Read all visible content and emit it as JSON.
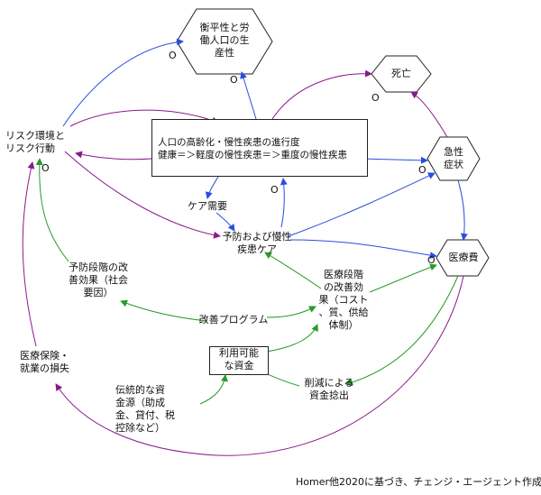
{
  "nodes": {
    "equity_productivity": "衡平性と労\n働人口の生\n産性",
    "death": "死亡",
    "risk_env": "リスク環境と\nリスク行動",
    "aging": "人口の高齢化・慢性疾患の進行度\n健康＝＞軽度の慢性疾患＝＞重度の慢性疾患",
    "acute": "急性\n症状",
    "care_need": "ケア需要",
    "prevention": "予防および慢性\n疾患ケア",
    "medical_cost": "医療費",
    "prev_effect": "予防段階の改\n善効果（社会\n要因）",
    "care_effect": "医療段階\nの改善効\n果（コスト\n、質、供給\n体制）",
    "improve_prog": "改善プログラム",
    "insurance_loss": "医療保険・\n就業の損失",
    "funds": "利用可能\nな資金",
    "savings": "削減による\n資金捻出",
    "trad_funds": "伝統的な資\n金源（助成\n金、貸付、税\n控除など）"
  },
  "link_marks": {
    "o1": "O",
    "o2": "O",
    "o3": "O",
    "o4": "O",
    "o5": "O",
    "o6": "O",
    "o7": "O"
  },
  "credit": "Homer他2020に基づき、チェンジ・エージェント作成",
  "colors": {
    "blue": "#2b4de0",
    "purple": "#8b1a8b",
    "green": "#2a9a2a"
  }
}
